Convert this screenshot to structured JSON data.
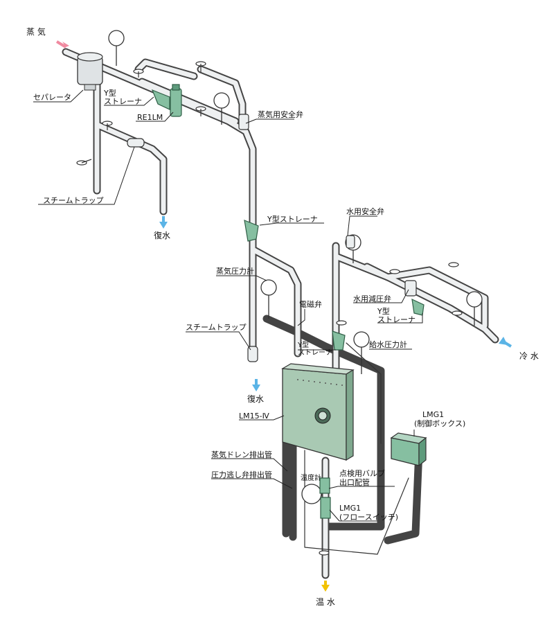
{
  "flow": {
    "steam_in": "蒸 気",
    "return_water_top": "復水",
    "return_water_mid": "復水",
    "cold_water": "冷 水",
    "hot_water": "温 水"
  },
  "labels": {
    "separator": "セパレータ",
    "y_strainer_top_1": "Y型",
    "y_strainer_top_2": "ストレーナ",
    "re1lm": "RE1LM",
    "steam_safety_valve": "蒸気用安全弁",
    "steam_trap_top": "スチームトラップ",
    "y_strainer_mid": "Y型ストレーナ",
    "water_safety_valve": "水用安全弁",
    "steam_pressure_gauge": "蒸気圧力計",
    "water_pressure_reducing_valve": "水用減圧弁",
    "solenoid_valve": "電磁弁",
    "y_strainer_right_1": "Y型",
    "y_strainer_right_2": "ストレーナ",
    "steam_trap_mid": "スチームトラップ",
    "y_strainer_small_1": "Y型",
    "y_strainer_small_2": "ストレーナ",
    "feed_water_pressure_gauge": "給水圧力計",
    "lm15": "LM15-Ⅳ",
    "lmg1_box_1": "LMG1",
    "lmg1_box_2": "(制御ボックス)",
    "steam_drain_pipe": "蒸気ドレン排出管",
    "relief_valve_pipe": "圧力逃し弁排出管",
    "thermometer": "温度計",
    "inspection_valve_1": "点検用バルブ",
    "inspection_valve_2": "出口配管",
    "lmg1_flow_1": "LMG1",
    "lmg1_flow_2": "(フロースイッチ)"
  },
  "colors": {
    "pipe_fill": "#e8ebec",
    "pipe_stroke": "#444444",
    "green": "#7fb79a",
    "green_dark": "#3f7a5c",
    "arrow_pink": "#f08aa0",
    "arrow_blue": "#5bb4e6",
    "arrow_yellow": "#f2c200"
  }
}
